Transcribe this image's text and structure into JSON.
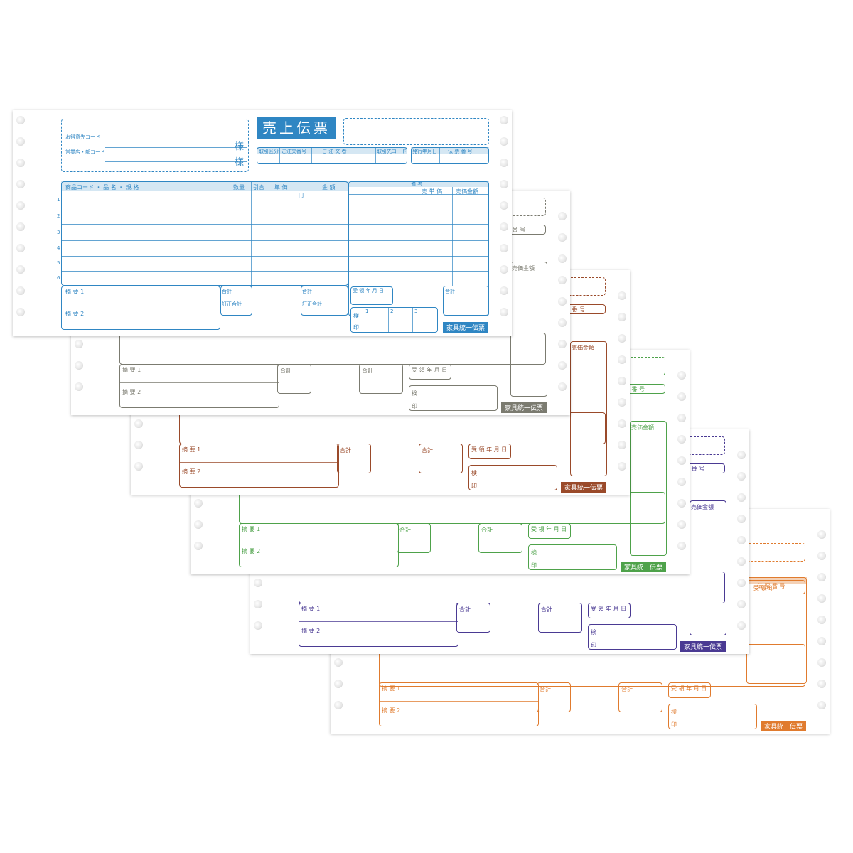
{
  "form": {
    "title": "売上伝票",
    "footer": "家具統一伝票",
    "sama": "様",
    "customer_code": "お得意先コード",
    "branch_code": "営業店・部コード",
    "torihiki_kubun": "取引区分",
    "order_no": "ご注文番号",
    "order_text": "ご 注 文 者",
    "torihiki_code": "取引先コード",
    "issue_date": "発行年月日",
    "slip_no": "伝 票 番 号",
    "slip_no_short": "票 番 号",
    "slip_no_tail": "伝 票 番 号",
    "product_header": "商品コード ・ 品 名 ・ 規 格",
    "qty": "数量",
    "hikiai": "引合",
    "unit_price": "単 価",
    "yen": "円",
    "amount": "金 額",
    "bikou": "備 考",
    "sale_unit": "売 単 価",
    "sale_amount": "売価金額",
    "summary1": "摘 要 1",
    "summary2": "摘 要 2",
    "total": "合計",
    "teisei": "訂正合計",
    "receive_date": "受 領 年 月 日",
    "inspect1": "検",
    "inspect2": "印",
    "receive_stamp": "受 領 印",
    "rows": [
      "1",
      "2",
      "3",
      "4",
      "5",
      "6"
    ],
    "stamps": [
      "1",
      "2",
      "3"
    ]
  },
  "colors": {
    "blue": "#2f86c3",
    "gray": "#7b7b70",
    "brown": "#9a4a2a",
    "green": "#4ea24a",
    "purple": "#4a3a93",
    "orange": "#e07b2e"
  }
}
